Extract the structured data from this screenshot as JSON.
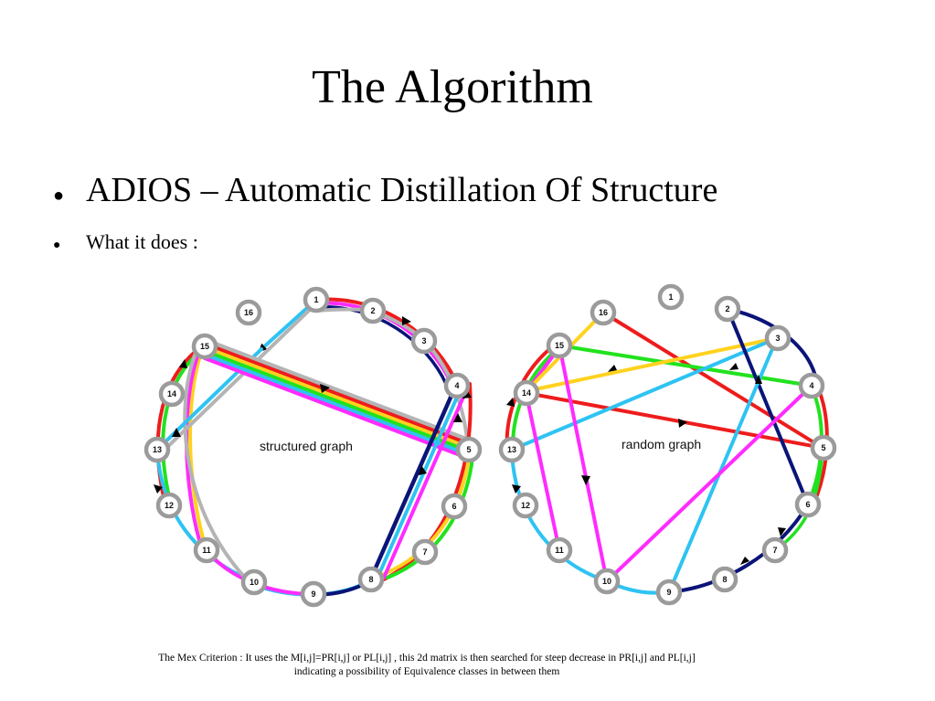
{
  "title": "The Algorithm",
  "bullets": [
    "ADIOS – Automatic Distillation Of Structure",
    "What it does :"
  ],
  "bullet_marker": "●",
  "graphs": {
    "structured": {
      "label": "structured graph",
      "node_labels": [
        "1",
        "2",
        "3",
        "4",
        "5",
        "6",
        "7",
        "8",
        "9",
        "10",
        "11",
        "12",
        "13",
        "14",
        "15",
        "16"
      ]
    },
    "random": {
      "label": "random graph",
      "node_labels": [
        "1",
        "2",
        "3",
        "4",
        "5",
        "6",
        "7",
        "8",
        "9",
        "10",
        "11",
        "12",
        "13",
        "14",
        "15",
        "16"
      ]
    }
  },
  "caption": {
    "line1": "The Mex Criterion : It uses the M[i,j]=PR[i,j] or PL[i,j] , this 2d matrix is then searched for steep decrease in PR[i,j] and PL[i,j]",
    "line2": "indicating a possibility of Equivalence classes in between them"
  },
  "colors": {
    "red": "#ee1c1c",
    "magenta": "#ff2bff",
    "cyan": "#2ec3f2",
    "gray": "#b4b4b4",
    "green": "#21e21e",
    "yellow": "#ffd21e",
    "navy": "#0a1478",
    "node_stroke": "#9b9b9b"
  }
}
